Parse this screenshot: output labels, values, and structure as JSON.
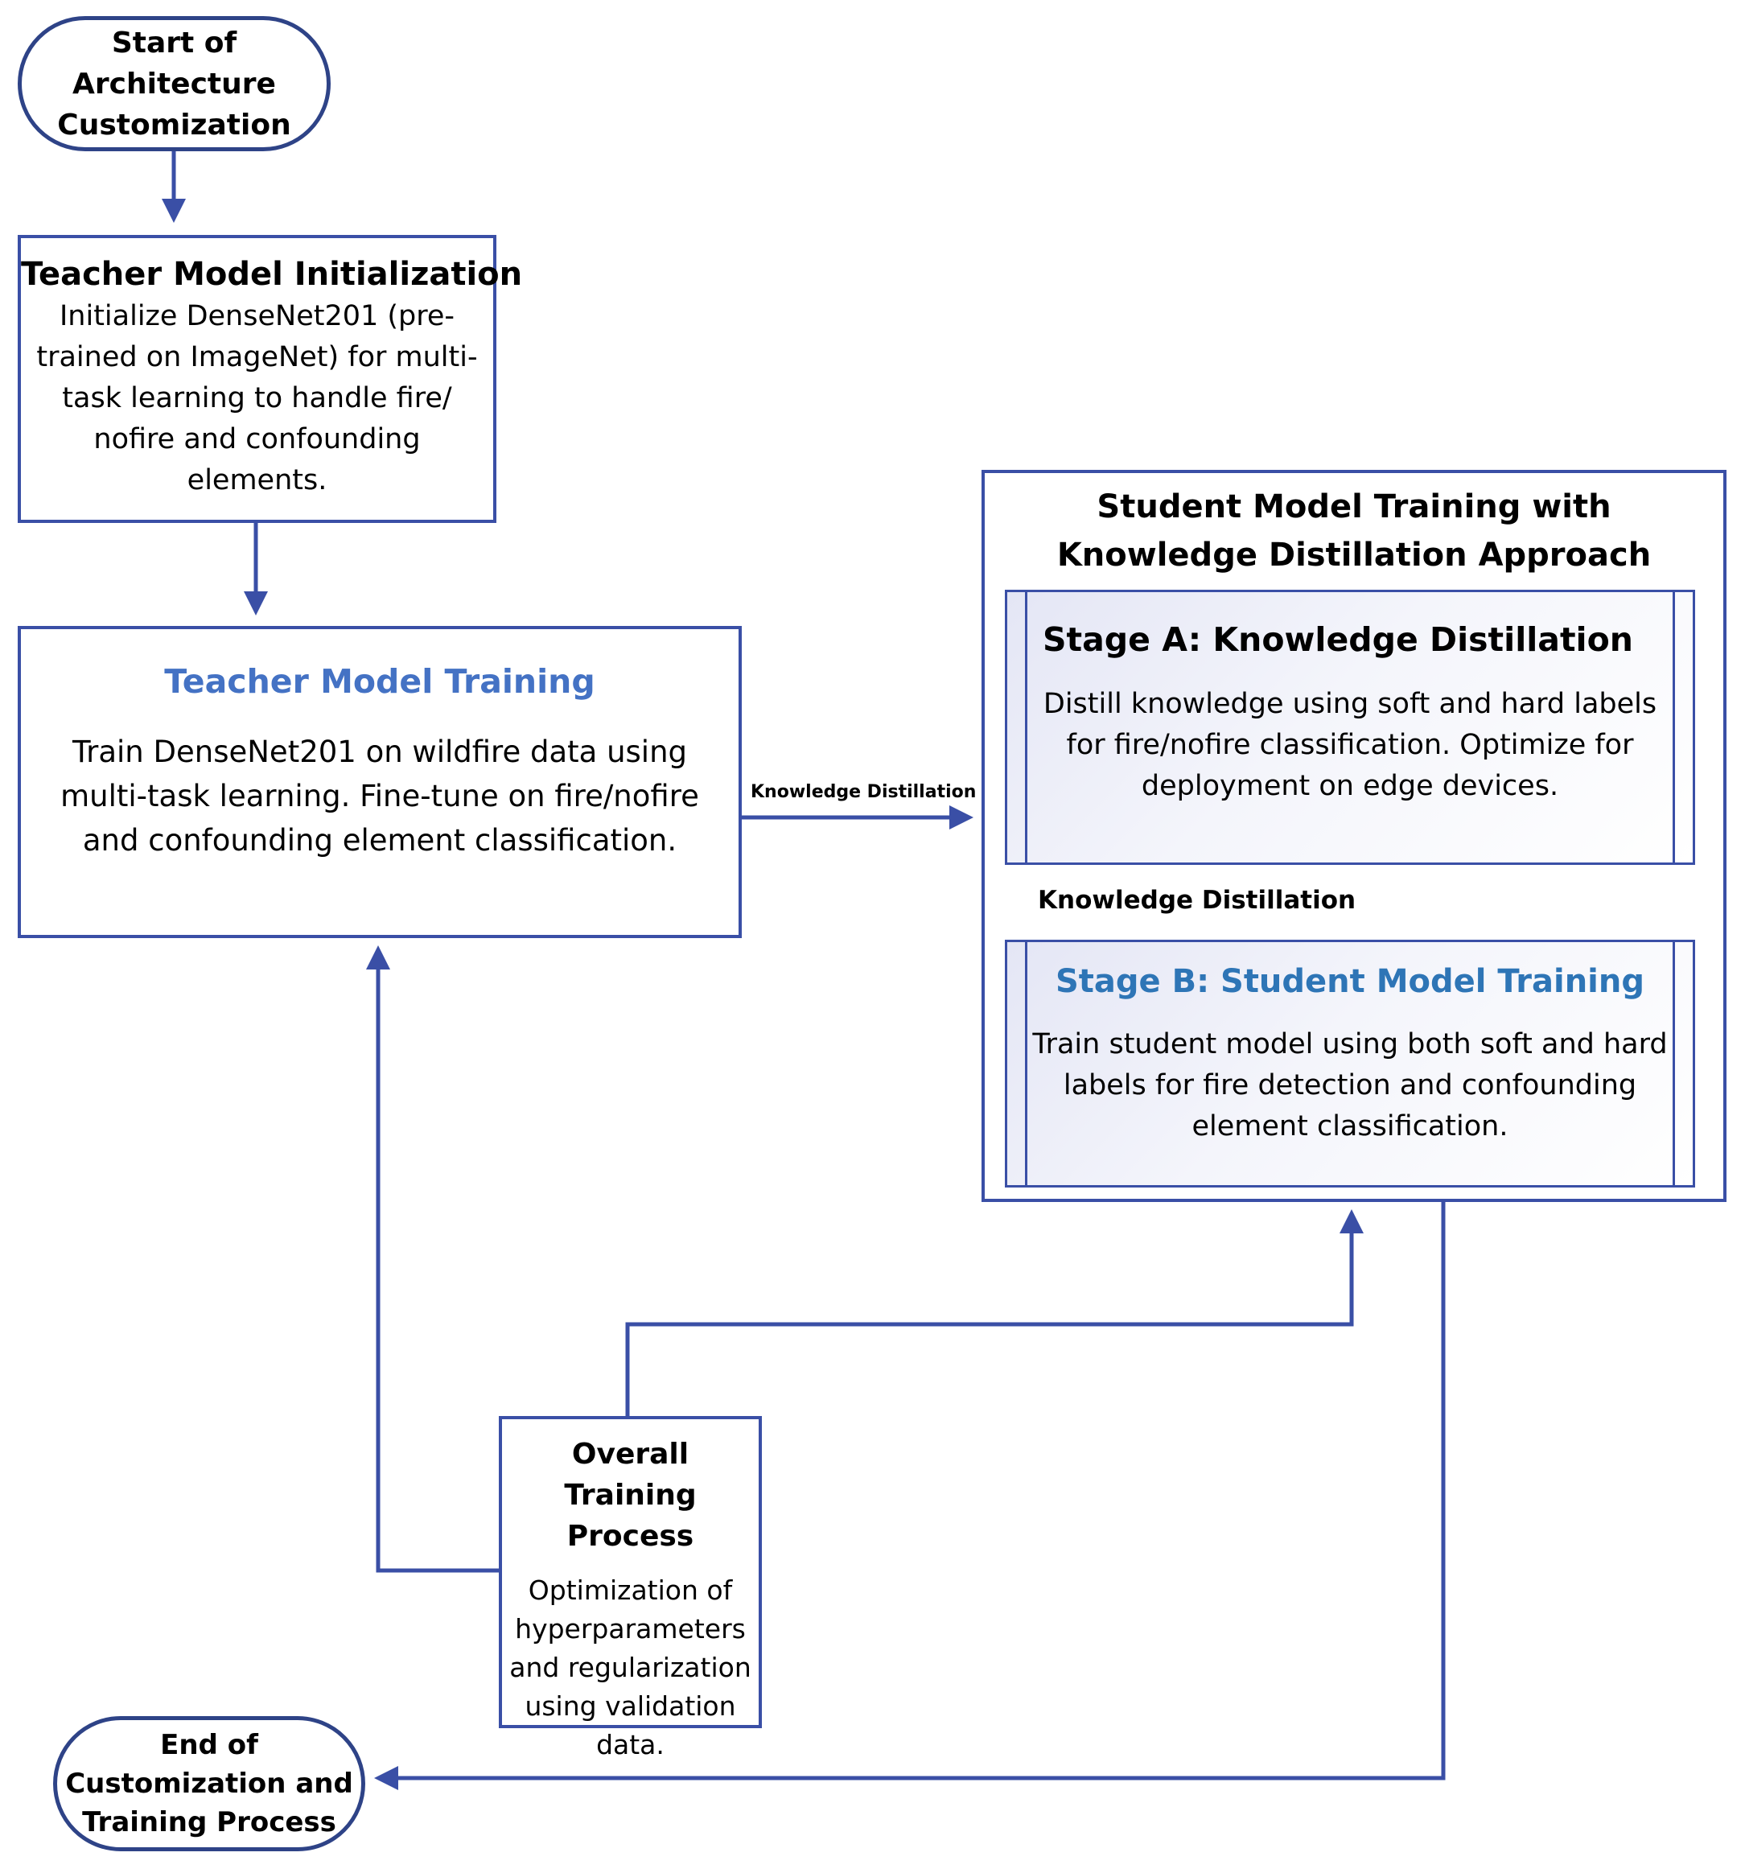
{
  "start": {
    "line1": "Start of",
    "line2": "Architecture",
    "line3": "Customization"
  },
  "teacher_init": {
    "title": "Teacher Model Initialization",
    "lines": [
      "Initialize DenseNet201 (pre-",
      "trained on ImageNet) for multi-",
      "task learning to handle fire/",
      "nofire and confounding",
      "elements."
    ]
  },
  "teacher_training": {
    "title": "Teacher Model Training",
    "lines": [
      "Train DenseNet201 on wildfire data using",
      "multi-task learning. Fine-tune on fire/nofire",
      "and confounding element classification."
    ]
  },
  "edge_label_1": "Knowledge Distillation",
  "student_group": {
    "title_line1": "Student Model Training with",
    "title_line2": "Knowledge Distillation Approach"
  },
  "stage_a": {
    "title": "Stage A: Knowledge Distillation",
    "lines": [
      "Distill knowledge using soft and hard labels",
      "for fire/nofire classification. Optimize for",
      "deployment on edge devices."
    ]
  },
  "edge_label_2": "Knowledge Distillation",
  "stage_b": {
    "title": "Stage B: Student Model Training",
    "lines": [
      "Train student model using both soft and hard",
      "labels for fire detection and confounding",
      "element classification."
    ]
  },
  "overall": {
    "title_line1": "Overall Training",
    "title_line2": "Process",
    "lines": [
      "Optimization of",
      "hyperparameters",
      "and regularization",
      "using validation",
      "data."
    ]
  },
  "end": {
    "line1": "End of",
    "line2": "Customization and",
    "line3": "Training Process"
  },
  "colors": {
    "stroke": "#3a4fa6",
    "title_blue": "#4472c4"
  }
}
